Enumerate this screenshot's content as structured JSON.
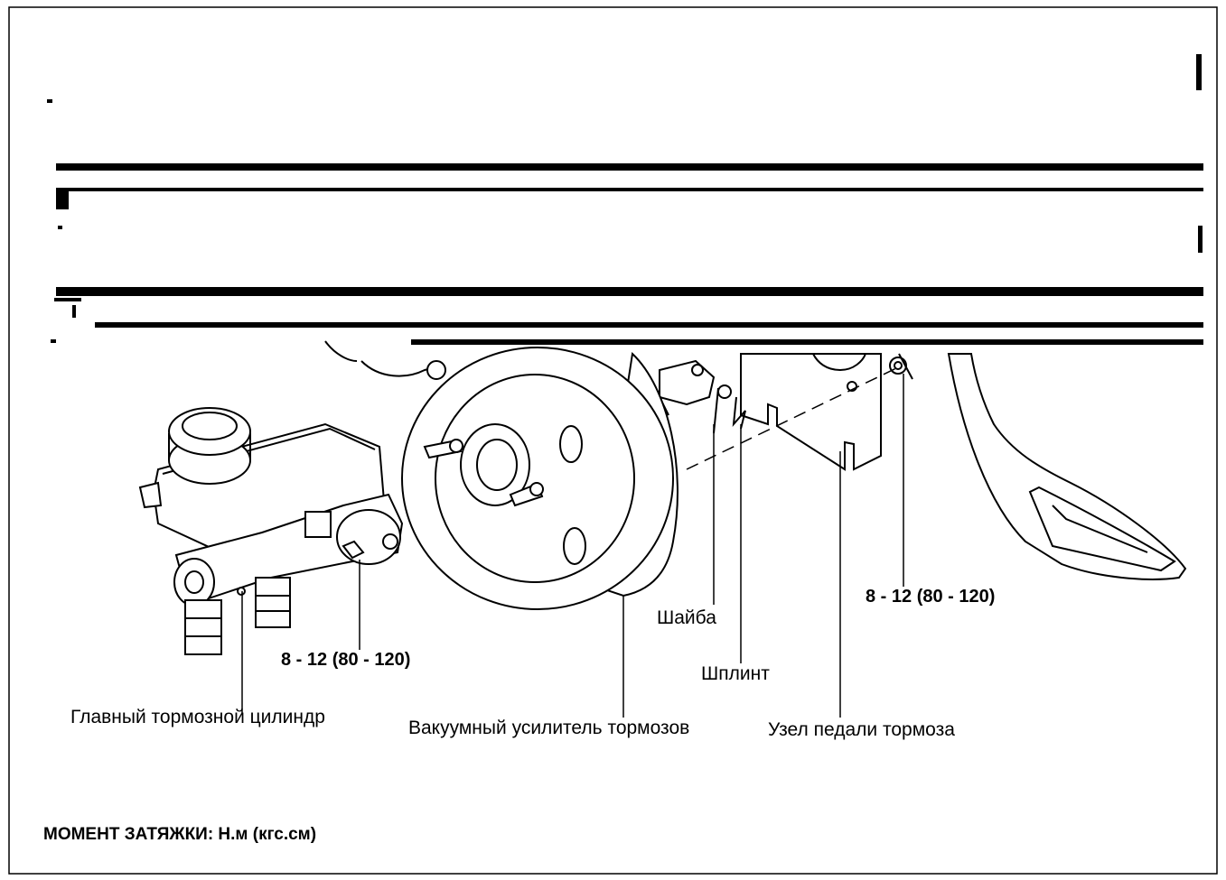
{
  "labels": {
    "master_cylinder": "Главный тормозной цилиндр",
    "brake_booster": "Вакуумный усилитель тормозов",
    "brake_pedal_assembly": "Узел педали тормоза",
    "washer": "Шайба",
    "cotter_pin": "Шплинт",
    "torque_master_cylinder": "8 - 12 (80 - 120)",
    "torque_pedal": "8 - 12 (80 - 120)",
    "torque_note": "МОМЕНТ ЗАТЯЖКИ: Н.м (кгс.см)"
  },
  "colors": {
    "ink": "#000000",
    "paper": "#ffffff"
  }
}
